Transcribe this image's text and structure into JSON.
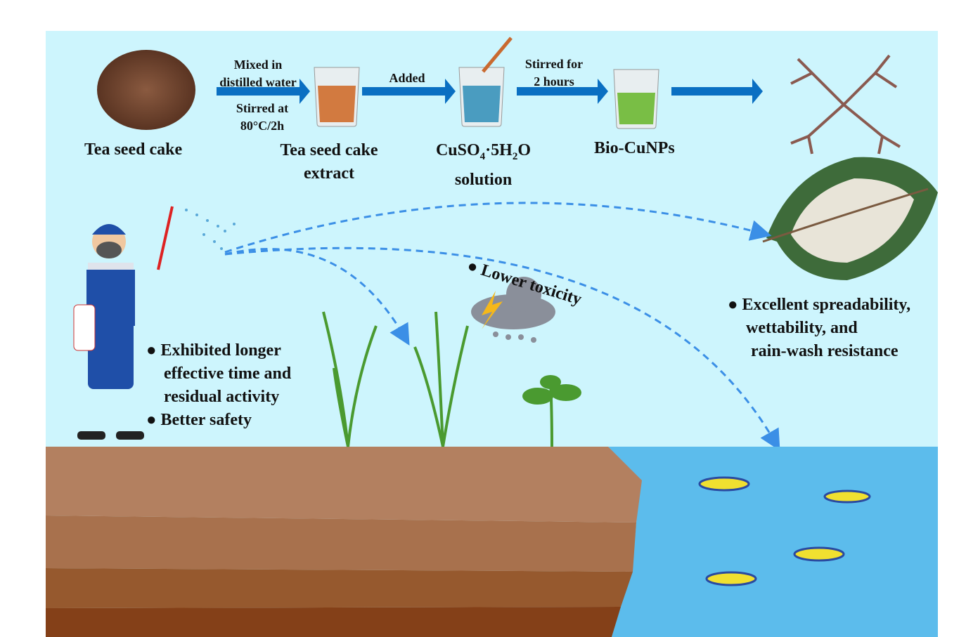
{
  "process": {
    "tea_seed_cake": "Tea seed cake",
    "step1_top": [
      "Mixed in",
      "distilled water"
    ],
    "step1_bottom": [
      "Stirred at",
      "80°C/2h"
    ],
    "extract": [
      "Tea seed cake",
      "extract"
    ],
    "step2": "Added",
    "cuso4": {
      "a": "CuSO",
      "sub1": "4",
      "b": "·5H",
      "sub2": "2",
      "c": "O",
      "line2": "solution"
    },
    "step3": [
      "Stirred for",
      "2 hours"
    ],
    "product": "Bio-CuNPs"
  },
  "benefits": {
    "toxicity": "Lower toxicity",
    "leaf": [
      "Excellent spreadability,",
      "wettability, and",
      "rain-wash resistance"
    ],
    "plants": [
      "Exhibited longer",
      "effective time and",
      "residual activity"
    ],
    "safety": "Better safety"
  },
  "colors": {
    "background": "#cdf5fd",
    "arrow": "#0a6fc2",
    "dashed": "#3b8fe6",
    "water": "#5cbcec",
    "soil": "#a8714d"
  }
}
